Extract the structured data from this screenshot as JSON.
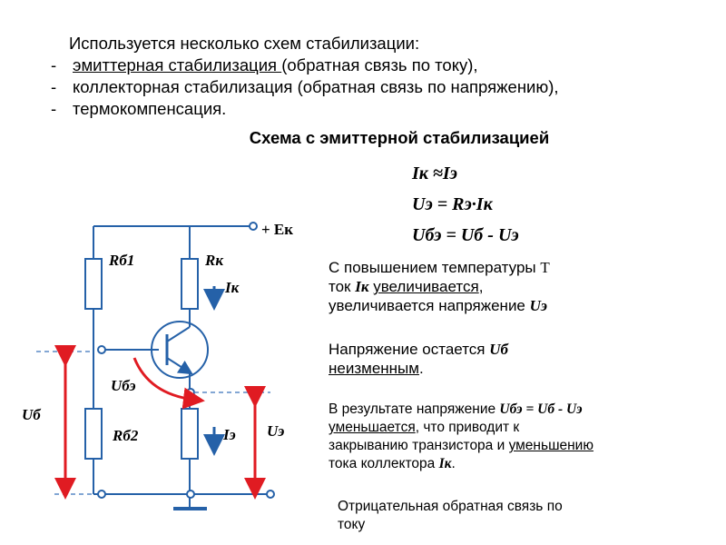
{
  "intro": {
    "title": "Используется несколько схем стабилизации:",
    "dash": "-",
    "items": [
      {
        "main": "эмиттерная стабилизация ",
        "rest": "(обратная связь по току),"
      },
      {
        "main": "коллекторная стабилизация (обратная связь по напряжению),",
        "rest": ""
      },
      {
        "main": "термокомпенсация.",
        "rest": ""
      }
    ]
  },
  "heading": "Схема с эмиттерной стабилизацией",
  "formulas": [
    "Iк ≈Iэ",
    "Uэ = Rэ·Iк",
    "Uбэ = Uб - Uэ"
  ],
  "circuit": {
    "supply": "+ Eк",
    "rb1": "Rб1",
    "rk": "Rк",
    "ik": "Iк",
    "ube": "Uбэ",
    "ub": "Uб",
    "rb2": "Rб2",
    "ie": "Iэ",
    "ue": "Uэ",
    "colors": {
      "wire": "#2561a8",
      "arrow": "#e01b22",
      "dashed": "#5a8ac6"
    }
  },
  "paragraph1": {
    "line1_a": "С повышением температуры ",
    "line1_t": "T",
    "line2_a": "ток ",
    "line2_sym": "Iк",
    "line2_sp": " ",
    "line2_ul": "увеличивается",
    "line2_end": ",",
    "line3_a": "увеличивается напряжение ",
    "line3_sym": "Uэ"
  },
  "paragraph2": {
    "line1_a": "Напряжение  остается ",
    "line1_sym": "Uб",
    "line2_ul": "неизменным",
    "line2_end": "."
  },
  "paragraph3": {
    "line1_a": "В результате напряжение ",
    "line1_sym": "Uбэ = Uб - Uэ",
    "line2_ul": "уменьшается",
    "line2_end": ", что приводит к",
    "line3_a": "закрыванию транзистора и ",
    "line3_ul": "уменьшению",
    "line4_a": "тока коллектора ",
    "line4_sym": "Iк",
    "line4_end": "."
  },
  "paragraph4": {
    "line1": "Отрицательная обратная связь по",
    "line2": "току"
  }
}
